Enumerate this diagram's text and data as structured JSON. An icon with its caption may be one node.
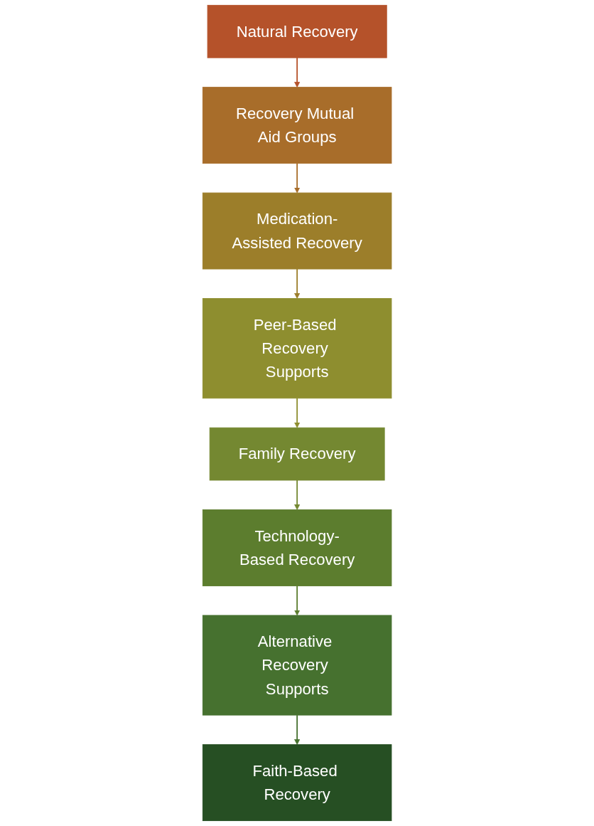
{
  "diagram": {
    "nodes": [
      {
        "text": [
          "Natural Recovery"
        ]
      },
      {
        "text": [
          "Recovery Mutual Aid Groups"
        ]
      },
      {
        "text": [
          "Medication-Assisted Recovery"
        ]
      },
      {
        "text": [
          "Peer-Based Recovery Supports"
        ]
      },
      {
        "text": [
          "Family Recovery"
        ]
      },
      {
        "text": [
          "Technology-Based Recovery"
        ]
      },
      {
        "text": [
          "Alternative Recovery Supports"
        ]
      },
      {
        "text": [
          "Faith-Based Recovery"
        ]
      }
    ],
    "edges": [
      {
        "from": 0,
        "to": 1,
        "arrow": "to",
        "color": "#b5522a"
      },
      {
        "from": 1,
        "to": 2,
        "arrow": "to",
        "color": "#a86d2a"
      },
      {
        "from": 2,
        "to": 3,
        "arrow": "to",
        "color": "#9c7e2a"
      },
      {
        "from": 3,
        "to": 4,
        "arrow": "to",
        "color": "#8e8e2f"
      },
      {
        "from": 4,
        "to": 5,
        "arrow": "to",
        "color": "#748831"
      },
      {
        "from": 5,
        "to": 6,
        "arrow": "to",
        "color": "#5c7d2e"
      },
      {
        "from": 6,
        "to": 7,
        "arrow": "to",
        "color": "#46712f"
      }
    ]
  }
}
